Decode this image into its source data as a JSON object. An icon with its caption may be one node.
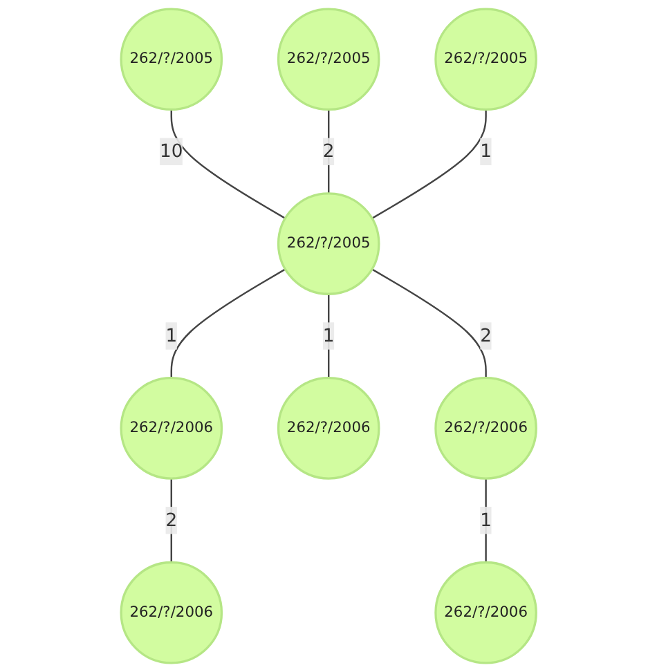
{
  "diagram": {
    "nodes": [
      {
        "text": [
          "262/?/2005"
        ]
      },
      {
        "text": [
          "262/?/2005"
        ]
      },
      {
        "text": [
          "262/?/2005"
        ]
      },
      {
        "text": [
          "262/?/2005"
        ]
      },
      {
        "text": [
          "262/?/2006"
        ]
      },
      {
        "text": [
          "262/?/2006"
        ]
      },
      {
        "text": [
          "262/?/2006"
        ]
      },
      {
        "text": [
          "262/?/2006"
        ]
      },
      {
        "text": [
          "262/?/2006"
        ]
      }
    ],
    "edges": [
      {
        "from": 0,
        "to": 2,
        "arrow": "none",
        "label": "10"
      },
      {
        "from": 1,
        "to": 2,
        "arrow": "none",
        "label": "2"
      },
      {
        "from": 3,
        "to": 2,
        "arrow": "none",
        "label": "1"
      },
      {
        "from": 2,
        "to": 4,
        "arrow": "none",
        "label": "1"
      },
      {
        "from": 2,
        "to": 5,
        "arrow": "none",
        "label": "1"
      },
      {
        "from": 2,
        "to": 6,
        "arrow": "none",
        "label": "2"
      },
      {
        "from": 4,
        "to": 7,
        "arrow": "none",
        "label": "2"
      },
      {
        "from": 6,
        "to": 8,
        "arrow": "none",
        "label": "1"
      }
    ]
  }
}
